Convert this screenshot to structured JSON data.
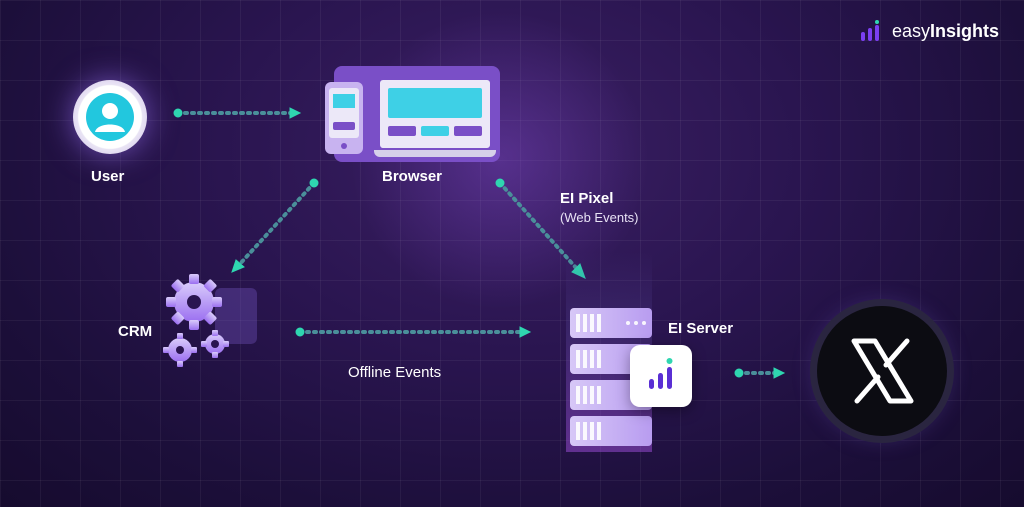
{
  "brand": {
    "name_light": "easy",
    "name_bold": "Insights"
  },
  "nodes": {
    "user": "User",
    "browser": "Browser",
    "crm": "CRM",
    "server": "EI Server"
  },
  "edges": {
    "pixel_title": "EI Pixel",
    "pixel_sub": "(Web Events)",
    "offline": "Offline Events"
  },
  "colors": {
    "accent": "#2fd6b0",
    "purple": "#7a4fc7"
  }
}
